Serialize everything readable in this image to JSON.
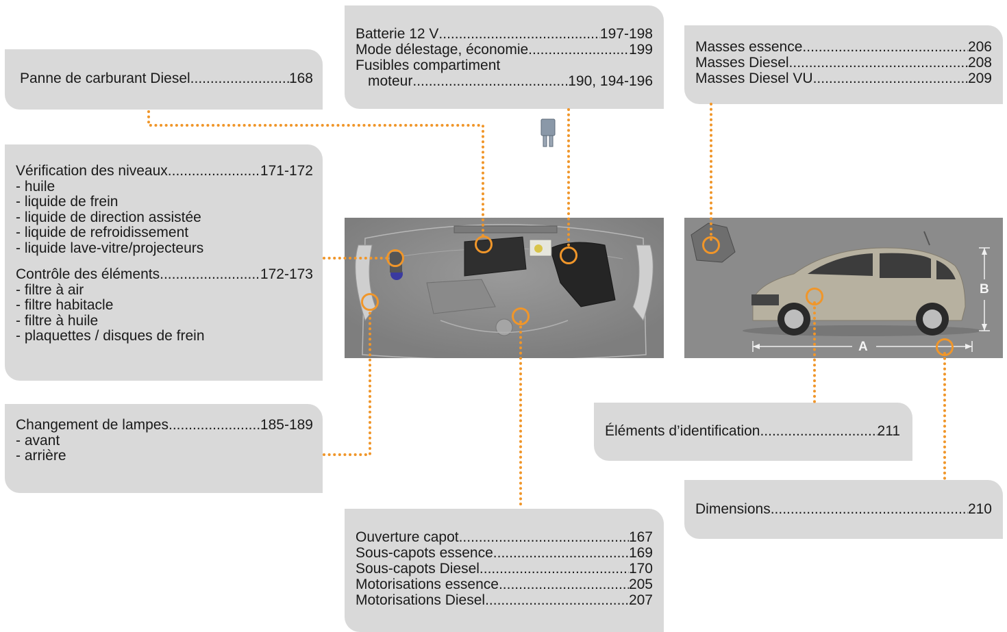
{
  "boxes": {
    "panne": {
      "rows": [
        {
          "label": "Panne de carburant Diesel",
          "page": "168"
        }
      ]
    },
    "batterie": {
      "rows": [
        {
          "label": "Batterie 12 V",
          "page": "197-198"
        },
        {
          "label": "Mode délestage, économie ",
          "page": "199"
        }
      ],
      "fusibles_line1": "Fusibles compartiment",
      "fusibles_line2": {
        "label": "moteur",
        "page": "190, 194-196"
      }
    },
    "masses": {
      "rows": [
        {
          "label": "Masses essence",
          "page": "206"
        },
        {
          "label": "Masses Diesel ",
          "page": "208"
        },
        {
          "label": "Masses Diesel VU ",
          "page": "209"
        }
      ]
    },
    "verif": {
      "header": {
        "label": "Vérification des niveaux",
        "page": "171-172"
      },
      "items": [
        "- huile",
        "- liquide de frein",
        "- liquide de direction assistée",
        "- liquide de refroidissement",
        "- liquide lave-vitre/projecteurs"
      ],
      "header2": {
        "label": "Contrôle des éléments",
        "page": "172-173"
      },
      "items2": [
        "- filtre à air",
        "- filtre habitacle",
        "- filtre à huile",
        "- plaquettes / disques de frein"
      ]
    },
    "lampes": {
      "header": {
        "label": "Changement de lampes ",
        "page": "185-189"
      },
      "items": [
        "- avant",
        "- arrière"
      ]
    },
    "identification": {
      "rows": [
        {
          "label": "Éléments d’identification",
          "page": "211"
        }
      ]
    },
    "dimensions": {
      "rows": [
        {
          "label": "Dimensions",
          "page": "210"
        }
      ]
    },
    "ouverture": {
      "rows": [
        {
          "label": "Ouverture capot",
          "page": "167"
        },
        {
          "label": "Sous-capots essence ",
          "page": "169"
        },
        {
          "label": "Sous-capots Diesel",
          "page": "170"
        },
        {
          "label": "Motorisations essence",
          "page": "205"
        },
        {
          "label": "Motorisations Diesel ",
          "page": "207"
        }
      ]
    }
  },
  "car_dims": {
    "length_label": "A",
    "height_label": "B"
  },
  "colors": {
    "box": "#d9d9d9",
    "accent": "#f0962a",
    "photo_bg": "#8a8a8a"
  }
}
